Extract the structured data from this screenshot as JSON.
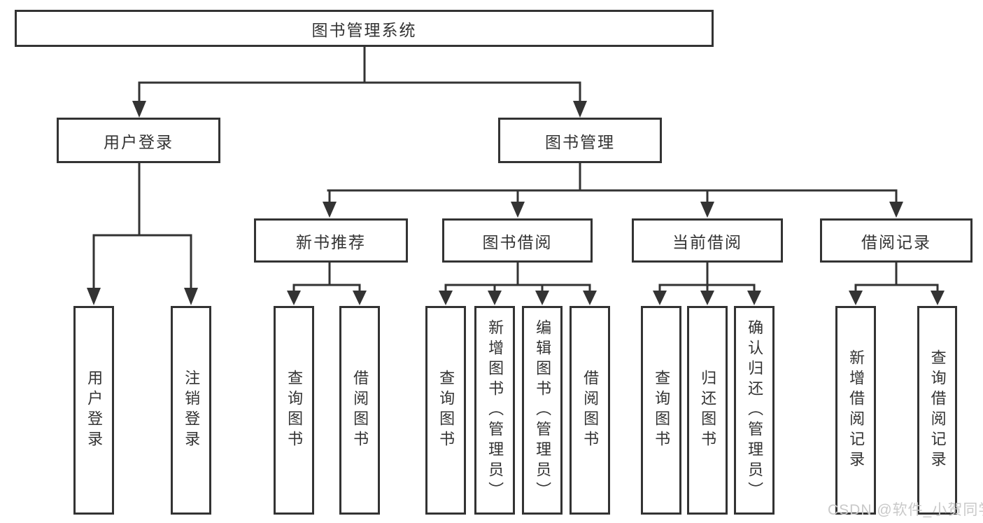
{
  "diagram": {
    "type": "hierarchy-tree",
    "root": {
      "label": "图书管理系统"
    },
    "level2": [
      {
        "label": "用户登录"
      },
      {
        "label": "图书管理"
      }
    ],
    "level3": [
      {
        "label": "新书推荐",
        "parent": "图书管理"
      },
      {
        "label": "图书借阅",
        "parent": "图书管理"
      },
      {
        "label": "当前借阅",
        "parent": "图书管理"
      },
      {
        "label": "借阅记录",
        "parent": "图书管理"
      }
    ],
    "leafGroups": [
      {
        "parent": "用户登录",
        "items": [
          {
            "label": "用户登录"
          },
          {
            "label": "注销登录"
          }
        ]
      },
      {
        "parent": "新书推荐",
        "items": [
          {
            "label": "查询图书"
          },
          {
            "label": "借阅图书"
          }
        ]
      },
      {
        "parent": "图书借阅",
        "items": [
          {
            "label": "查询图书"
          },
          {
            "label": "新增图书（管理员）"
          },
          {
            "label": "编辑图书（管理员）"
          },
          {
            "label": "借阅图书"
          }
        ]
      },
      {
        "parent": "当前借阅",
        "items": [
          {
            "label": "查询图书"
          },
          {
            "label": "归还图书"
          },
          {
            "label": "确认归还（管理员）"
          }
        ]
      },
      {
        "parent": "借阅记录",
        "items": [
          {
            "label": "新增借阅记录"
          },
          {
            "label": "查询借阅记录"
          }
        ]
      }
    ]
  },
  "watermark": {
    "text": "CSDN @软件_小贺同学"
  },
  "colors": {
    "line": "#333333",
    "text": "#333333",
    "box_background": "#ffffff",
    "page_background": "#ffffff",
    "watermark": "#c9c9c9"
  }
}
